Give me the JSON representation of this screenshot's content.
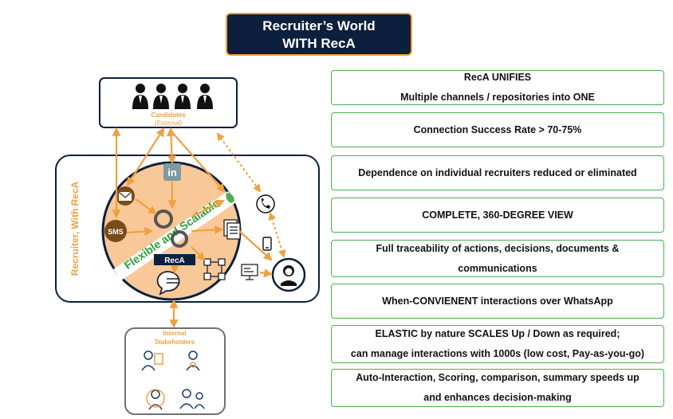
{
  "title": {
    "line1": "Recruiter’s World",
    "line2": "WITH RecA"
  },
  "candidates": {
    "label": "Candidates",
    "sublabel": "(External)"
  },
  "recruiter_label": "Recruiter, With RecA",
  "circle_banner": "Flexible and Scalable",
  "reca_badge": "RecA",
  "sms_label": "SMS",
  "stakeholders": {
    "line1": "Internal",
    "line2": "Stakeholders"
  },
  "benefits": [
    {
      "lines": [
        "RecA UNIFIES",
        "Multiple channels / repositories into ONE"
      ]
    },
    {
      "lines": [
        "Connection Success Rate > 70-75%"
      ]
    },
    {
      "lines": [
        "Dependence on individual recruiters reduced or eliminated"
      ]
    },
    {
      "lines": [
        "COMPLETE, 360-DEGREE VIEW"
      ]
    },
    {
      "lines": [
        "Full traceability of actions, decisions, documents &",
        "communications"
      ]
    },
    {
      "lines": [
        "When-CONVIENENT interactions over WhatsApp"
      ]
    },
    {
      "lines": [
        "ELASTIC by nature SCALES Up / Down as required;",
        "can manage interactions with 1000s (low cost, Pay-as-you-go)"
      ]
    },
    {
      "lines": [
        "Auto-Interaction, Scoring, comparison, summary speeds up",
        "and enhances decision-making"
      ]
    }
  ],
  "colors": {
    "navy": "#0c1f3d",
    "orange": "#f0a040",
    "peach": "#f9c898",
    "green": "#4caf50",
    "stake_border": "#707070"
  },
  "icons": [
    "person-icon",
    "linkedin-icon",
    "email-icon",
    "sms-icon",
    "whatsapp-icon",
    "documents-icon",
    "phone-icon",
    "mobile-icon",
    "monitor-icon",
    "chat-icon",
    "network-icon",
    "recruiter-avatar-icon",
    "stakeholder-icon"
  ]
}
